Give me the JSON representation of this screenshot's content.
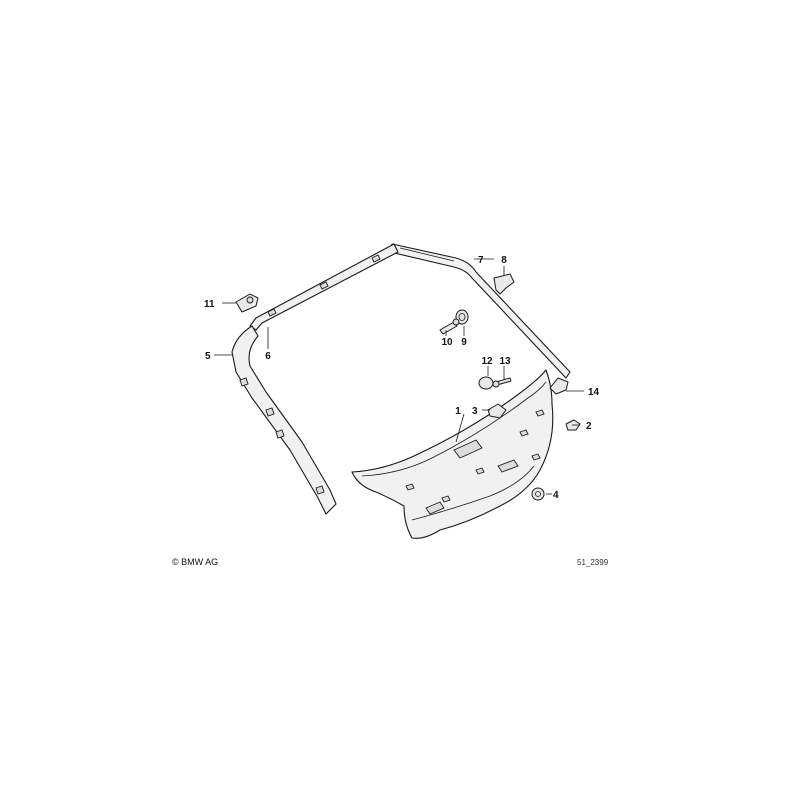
{
  "callouts": {
    "p1": "1",
    "p2": "2",
    "p3": "3",
    "p4": "4",
    "p5": "5",
    "p6": "6",
    "p7": "7",
    "p8": "8",
    "p9": "9",
    "p10": "10",
    "p11": "11",
    "p12": "12",
    "p13": "13",
    "p14": "14"
  },
  "copyright": "© BMW AG",
  "diagram_ref": "51_2399"
}
